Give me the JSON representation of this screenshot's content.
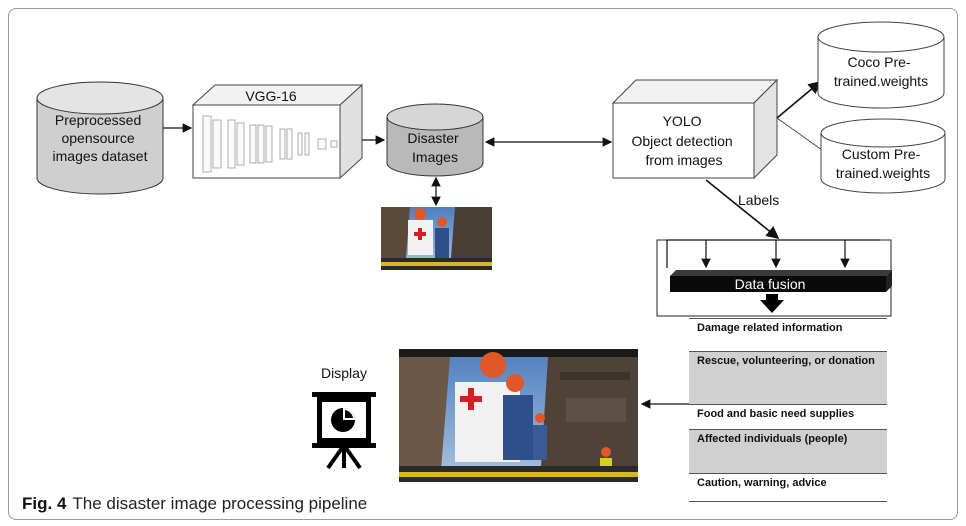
{
  "nodes": {
    "preprocessed": "Preprocessed opensource images dataset",
    "preprocessed_lines": [
      "Preprocessed",
      "opensource",
      "images dataset"
    ],
    "vgg": "VGG-16",
    "disaster_lines": [
      "Disaster",
      "Images"
    ],
    "yolo_lines": [
      "YOLO",
      "Object detection",
      "from images"
    ],
    "coco_lines": [
      "Coco Pre-",
      "trained.weights"
    ],
    "custom_lines": [
      "Custom Pre-",
      "trained.weights"
    ],
    "labels": "Labels",
    "data_fusion": "Data fusion",
    "display": "Display"
  },
  "categories": [
    {
      "label": "Damage related information",
      "shaded": false
    },
    {
      "label": "Rescue, volunteering, or donation",
      "shaded": true
    },
    {
      "label": "Food and basic need supplies",
      "shaded": false
    },
    {
      "label": "Affected individuals (people)",
      "shaded": true
    },
    {
      "label": "Caution, warning, advice",
      "shaded": false
    }
  ],
  "caption": {
    "figure_label": "Fig. 4",
    "text": "The disaster image processing pipeline"
  },
  "icons": {
    "display_icon": "presentation-chart-icon",
    "disaster_photo": "rescue-workers-photo",
    "display_photo": "rescue-workers-photo"
  },
  "colors": {
    "cylinder_fill": "#cfcfcf",
    "fusion_bar": "#0a0a0a"
  }
}
